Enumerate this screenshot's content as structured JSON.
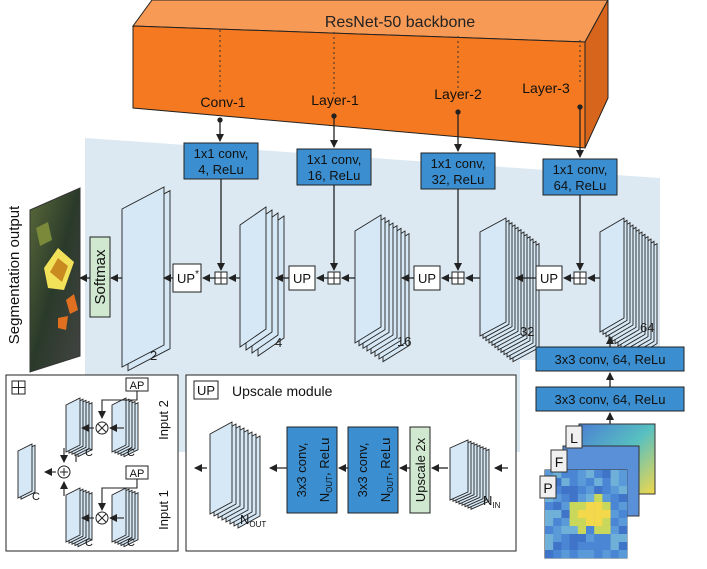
{
  "backbone": {
    "title": "ResNet-50 backbone",
    "layers": [
      "Conv-1",
      "Layer-1",
      "Layer-2",
      "Layer-3"
    ]
  },
  "lateral_convs": [
    {
      "line1": "1x1 conv,",
      "line2": "4, ReLu"
    },
    {
      "line1": "1x1 conv,",
      "line2": "16, ReLu"
    },
    {
      "line1": "1x1 conv,",
      "line2": "32, ReLu"
    },
    {
      "line1": "1x1 conv,",
      "line2": "64, ReLu"
    }
  ],
  "stacks": {
    "out": "2",
    "s4": "4",
    "s16": "16",
    "s32": "32",
    "s64": "64"
  },
  "up_labels": {
    "first": "UP",
    "first_sup": "*",
    "other": "UP"
  },
  "softmax": "Softmax",
  "segmentation_output": "Segmentation output",
  "bottom_convs": [
    "3x3 conv, 64, ReLu",
    "3x3 conv, 64, ReLu"
  ],
  "inputs": [
    "L",
    "F",
    "P"
  ],
  "merge_module": {
    "ap": "AP",
    "input1": "Input 1",
    "input2": "Input 2",
    "c": "C"
  },
  "upscale_module": {
    "badge": "UP",
    "title": "Upscale module",
    "conv_line1": "3x3 conv,",
    "conv_line2": "ReLu",
    "n_out": "N",
    "n_out_sub": "OUT",
    "n_in": "N",
    "n_in_sub": "IN",
    "upscale": "Upscale 2x"
  },
  "colors": {
    "orange": "#f47920",
    "blue": "#3b8fd0",
    "panel": "#dce9f2",
    "sheet": "#d6e8f5",
    "softmax": "#cfe8cf"
  }
}
